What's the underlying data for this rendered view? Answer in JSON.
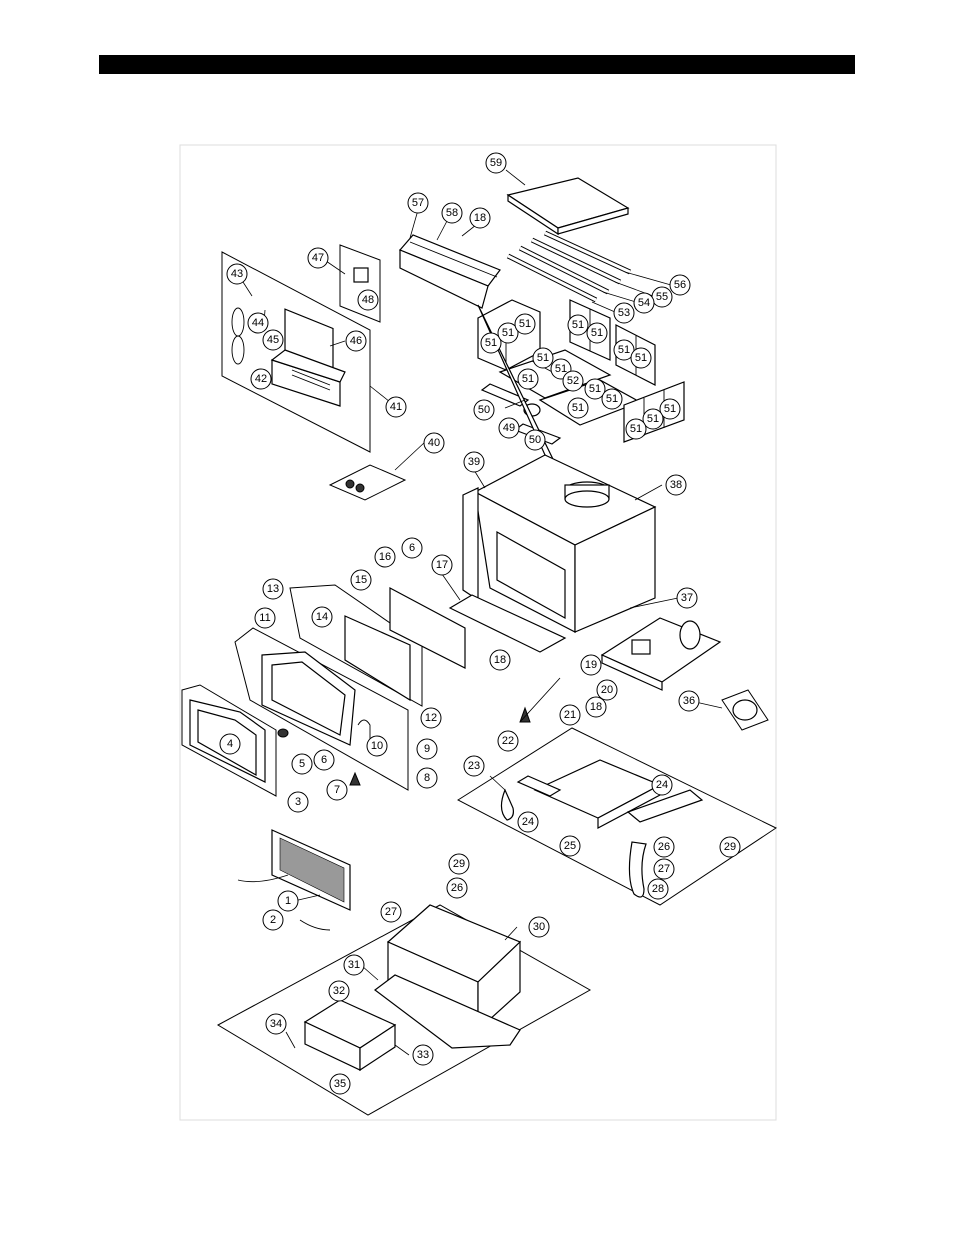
{
  "diagram": {
    "callouts": [
      "59",
      "57",
      "58",
      "18",
      "56",
      "55",
      "54",
      "53",
      "47",
      "48",
      "43",
      "44",
      "45",
      "46",
      "42",
      "41",
      "51",
      "51",
      "51",
      "51",
      "51",
      "51",
      "51",
      "51",
      "51",
      "51",
      "51",
      "52",
      "51",
      "51",
      "51",
      "51",
      "51",
      "51",
      "50",
      "49",
      "50",
      "40",
      "39",
      "38",
      "16",
      "6",
      "17",
      "15",
      "13",
      "14",
      "11",
      "37",
      "36",
      "18",
      "19",
      "20",
      "18",
      "21",
      "22",
      "12",
      "4",
      "5",
      "6",
      "10",
      "9",
      "8",
      "3",
      "7",
      "23",
      "24",
      "24",
      "25",
      "26",
      "27",
      "28",
      "29",
      "29",
      "26",
      "27",
      "1",
      "2",
      "30",
      "31",
      "32",
      "33",
      "34",
      "35"
    ]
  }
}
